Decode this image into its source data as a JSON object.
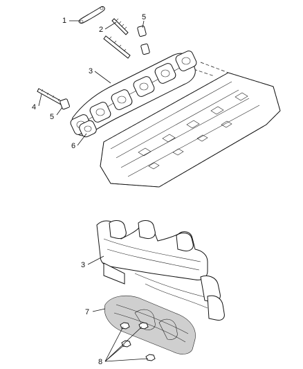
{
  "callouts": {
    "c1": "1",
    "c2": "2",
    "c3_top": "3",
    "c4": "4",
    "c5_top": "5",
    "c5_left": "5",
    "c6": "6",
    "c3_bottom": "3",
    "c7": "7",
    "c8": "8"
  }
}
